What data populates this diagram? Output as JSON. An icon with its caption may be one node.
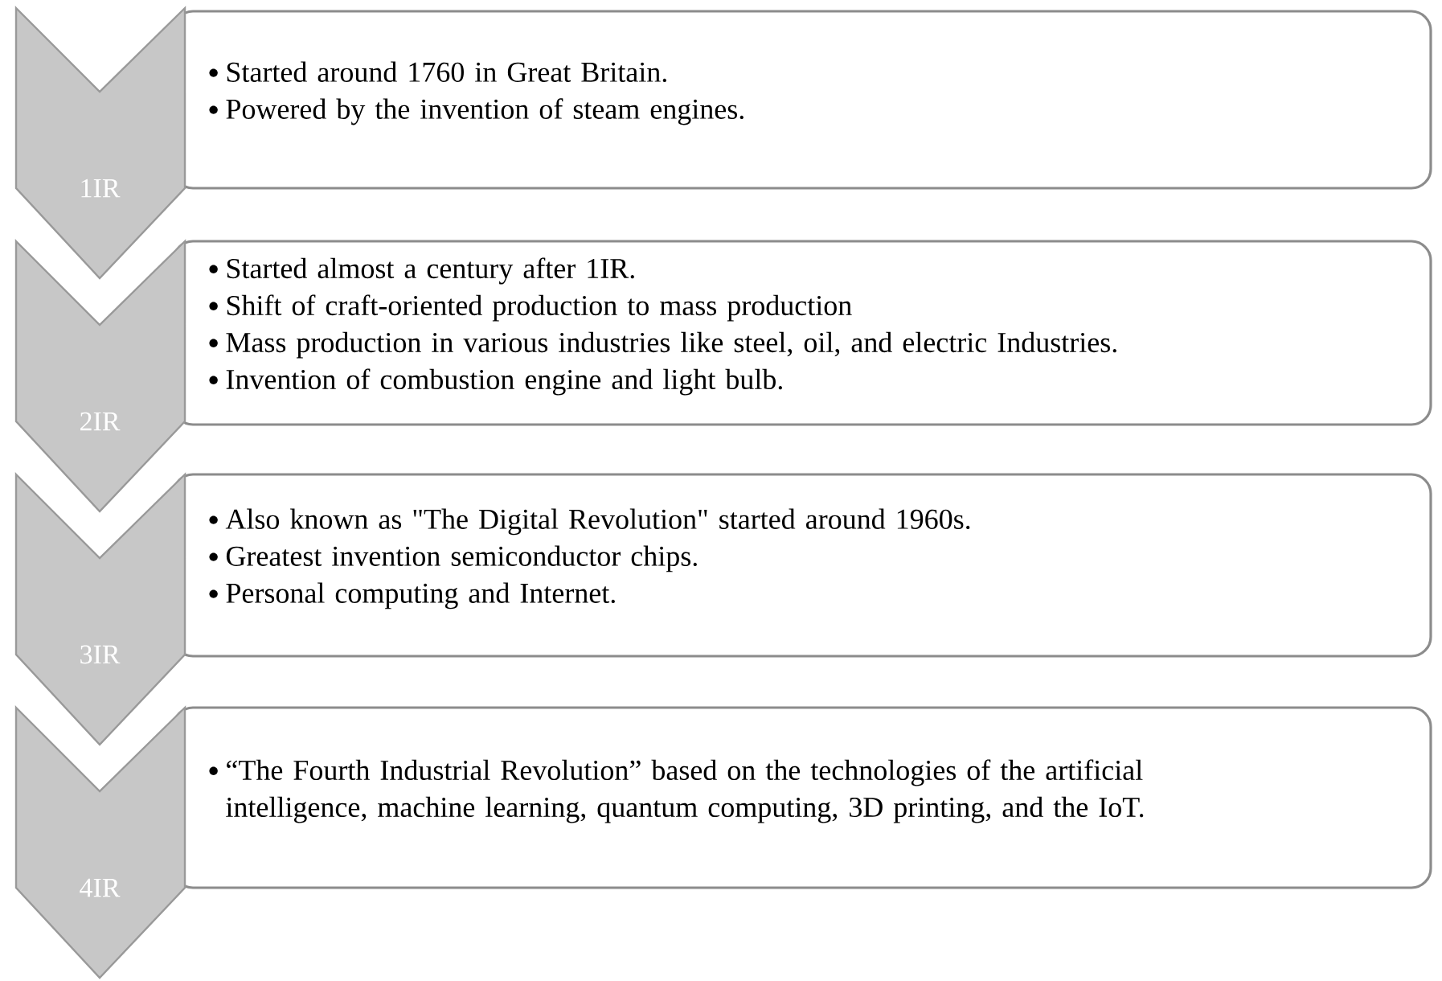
{
  "diagram": {
    "nodes": [
      {
        "text": [
          "1IR"
        ]
      },
      {
        "text": [
          "Started around 1760 in Great Britain.",
          "Powered by the invention of steam engines."
        ]
      },
      {
        "text": [
          "2IR"
        ]
      },
      {
        "text": [
          "Started almost a century after 1IR.",
          "Shift of craft-oriented production to mass production",
          "Mass production in various industries like steel, oil, and electric Industries.",
          "Invention of combustion engine and light bulb."
        ]
      },
      {
        "text": [
          "3IR"
        ]
      },
      {
        "text": [
          "Also known as \"The Digital Revolution\" started around 1960s.",
          "Greatest invention semiconductor chips.",
          "Personal computing and  Internet."
        ]
      },
      {
        "text": [
          "4IR"
        ]
      },
      {
        "text": [
          "“The Fourth Industrial Revolution” based on the technologies of the artificial intelligence, machine learning, quantum computing, 3D printing, and the IoT."
        ]
      }
    ]
  }
}
